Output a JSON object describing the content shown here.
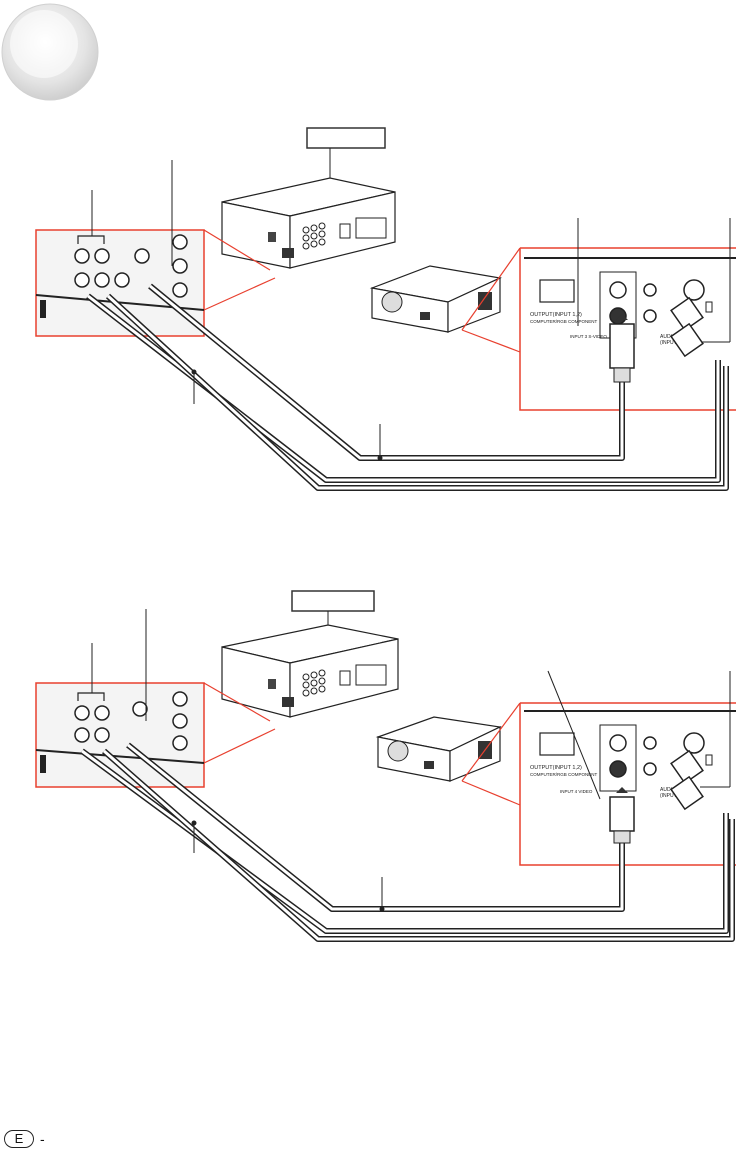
{
  "page_marker": {
    "letter": "E",
    "separator": "-"
  },
  "panel_labels": {
    "projector_port_1": "OUTPUT(INPUT 1,2)",
    "projector_port_1_sub": "COMPUTER/RGB COMPONENT",
    "projector_audio": "AUDIO",
    "projector_audio_sub": "(INPUT 3,4)",
    "projector_input_top": "INPUT 3 S-VIDEO",
    "projector_input_bottom": "INPUT 4 VIDEO"
  },
  "colors": {
    "callout": "#e8402f",
    "line": "#222222",
    "device_fill": "#ffffff",
    "panel_fill": "#f4f4f4"
  }
}
